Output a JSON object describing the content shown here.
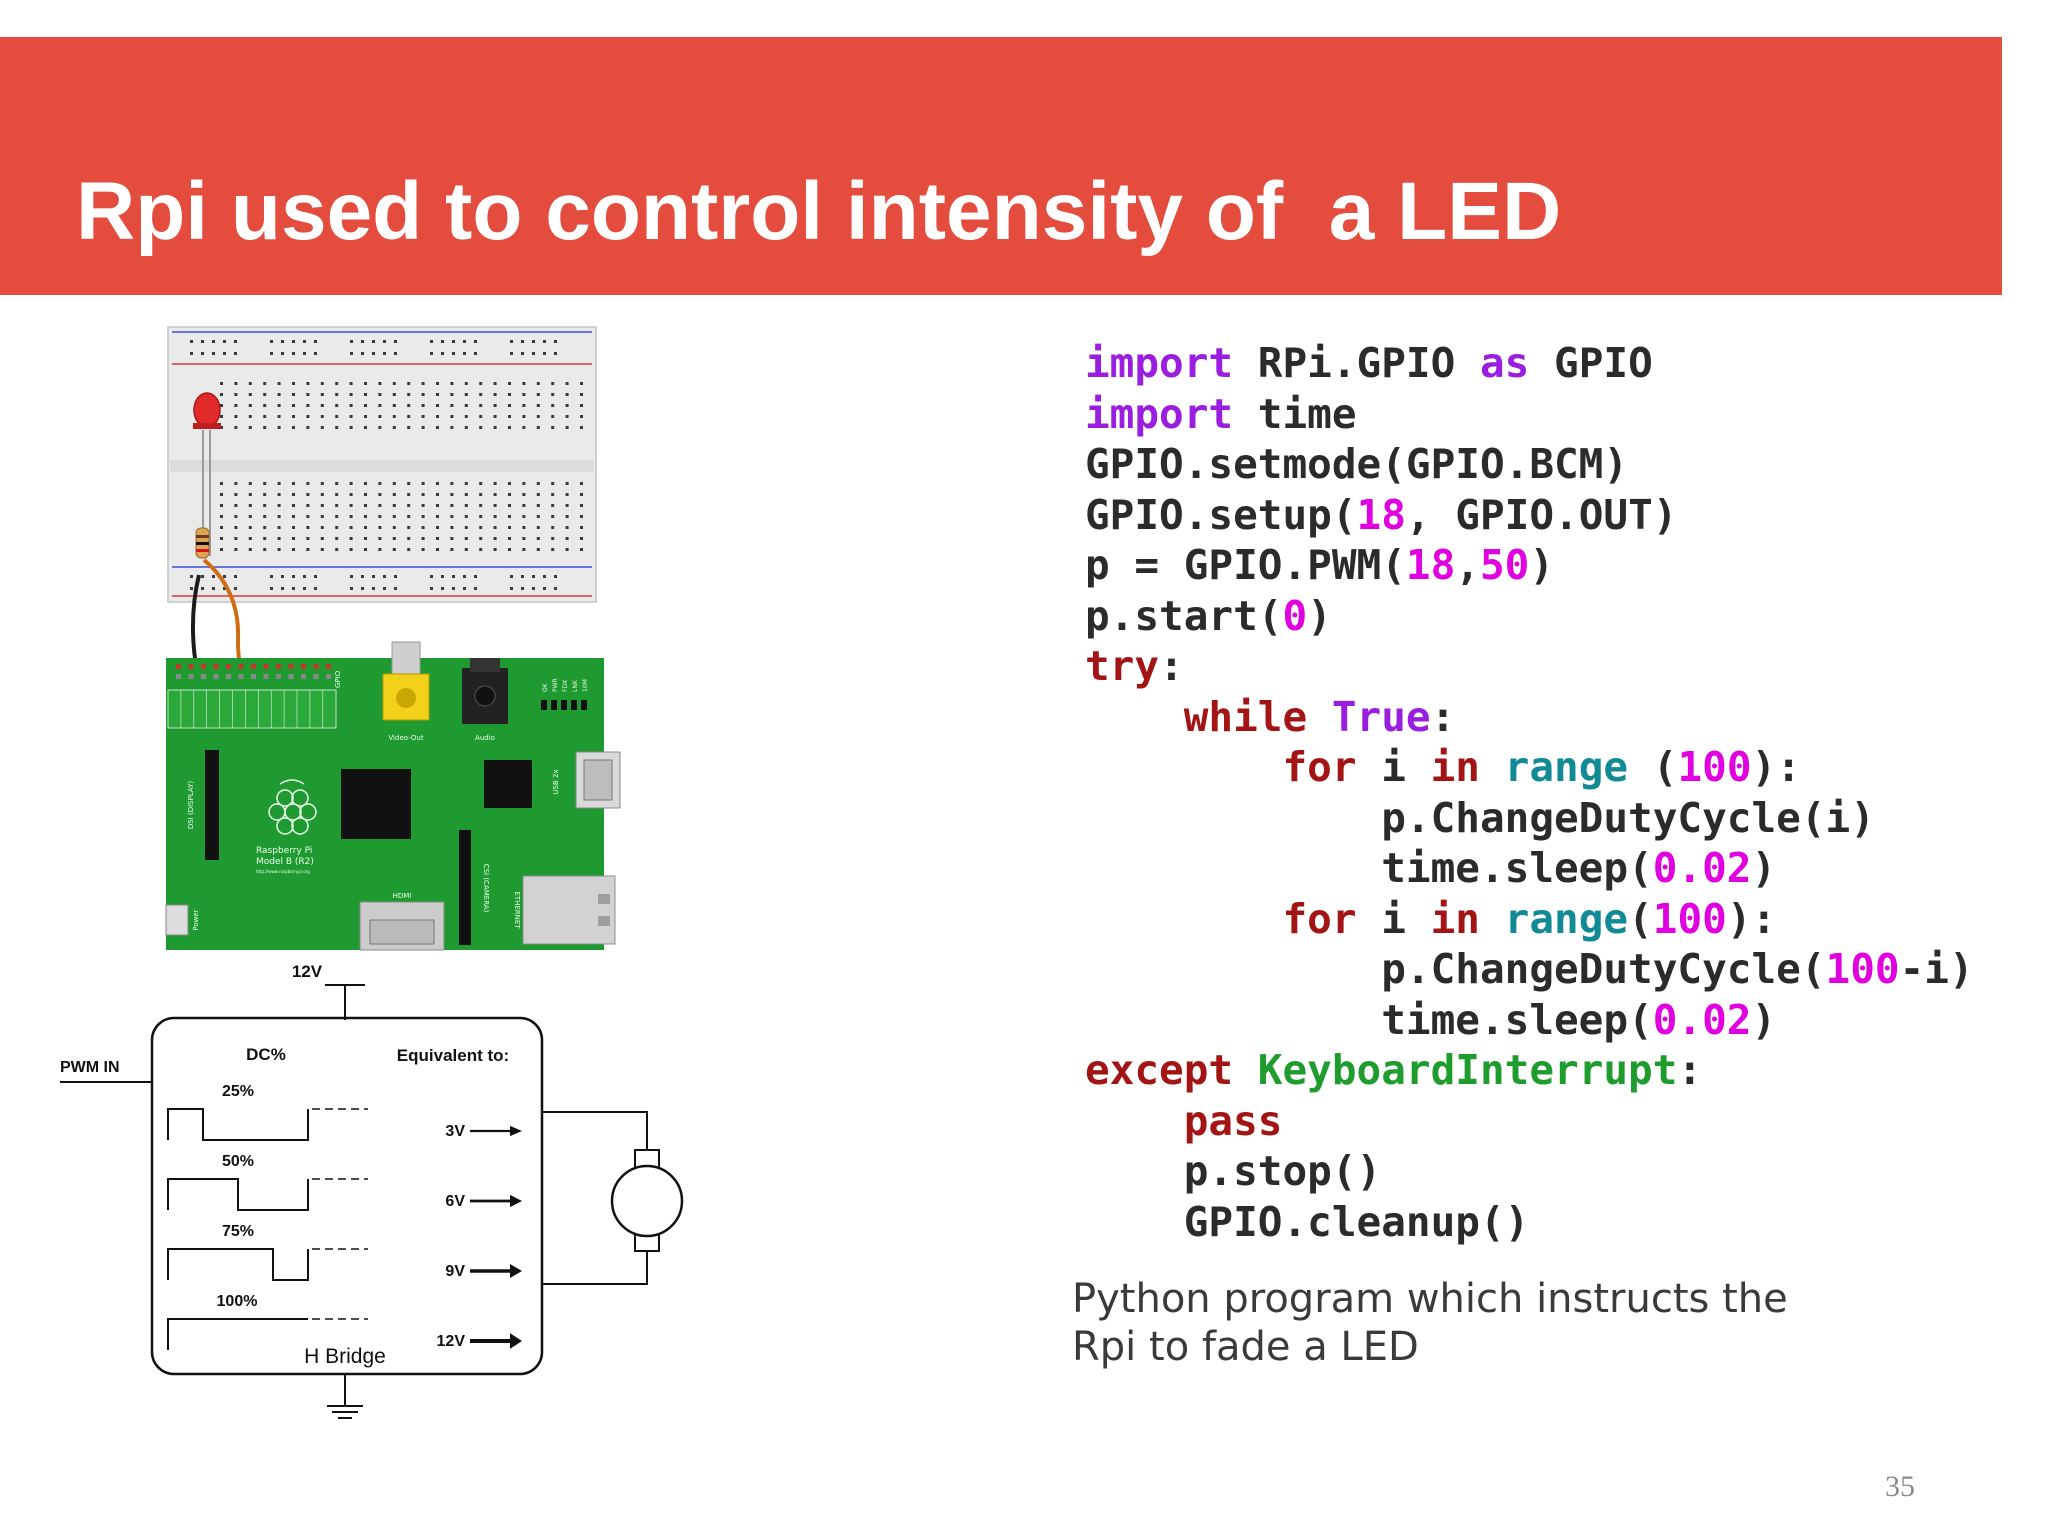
{
  "slide": {
    "title": "Rpi used to control intensity of  a LED",
    "page_number": "35",
    "accent_color": "#e44c3e"
  },
  "code": {
    "language": "python",
    "lines": [
      [
        {
          "t": "import",
          "c": "kw"
        },
        {
          "t": " RPi.GPIO "
        },
        {
          "t": "as",
          "c": "kw"
        },
        {
          "t": " GPIO"
        }
      ],
      [
        {
          "t": "import",
          "c": "kw"
        },
        {
          "t": " time"
        }
      ],
      [
        {
          "t": "GPIO.setmode(GPIO.BCM)"
        }
      ],
      [
        {
          "t": "GPIO.setup("
        },
        {
          "t": "18",
          "c": "nm"
        },
        {
          "t": ", GPIO.OUT)"
        }
      ],
      [
        {
          "t": "p = GPIO.PWM("
        },
        {
          "t": "18",
          "c": "nm"
        },
        {
          "t": ","
        },
        {
          "t": "50",
          "c": "nm"
        },
        {
          "t": ")"
        }
      ],
      [
        {
          "t": "p.start("
        },
        {
          "t": "0",
          "c": "nm"
        },
        {
          "t": ")"
        }
      ],
      [
        {
          "t": "try",
          "c": "kr"
        },
        {
          "t": ":"
        }
      ],
      [
        {
          "t": "    "
        },
        {
          "t": "while",
          "c": "kr"
        },
        {
          "t": " "
        },
        {
          "t": "True",
          "c": "kw"
        },
        {
          "t": ":"
        }
      ],
      [
        {
          "t": "        "
        },
        {
          "t": "for",
          "c": "kr"
        },
        {
          "t": " i "
        },
        {
          "t": "in",
          "c": "kr"
        },
        {
          "t": " "
        },
        {
          "t": "range",
          "c": "kt"
        },
        {
          "t": " ("
        },
        {
          "t": "100",
          "c": "nm"
        },
        {
          "t": "):"
        }
      ],
      [
        {
          "t": "            p.ChangeDutyCycle(i)"
        }
      ],
      [
        {
          "t": "            time.sleep("
        },
        {
          "t": "0.02",
          "c": "nm"
        },
        {
          "t": ")"
        }
      ],
      [
        {
          "t": "        "
        },
        {
          "t": "for",
          "c": "kr"
        },
        {
          "t": " i "
        },
        {
          "t": "in",
          "c": "kr"
        },
        {
          "t": " "
        },
        {
          "t": "range",
          "c": "kt"
        },
        {
          "t": "("
        },
        {
          "t": "100",
          "c": "nm"
        },
        {
          "t": "):"
        }
      ],
      [
        {
          "t": "            p.ChangeDutyCycle("
        },
        {
          "t": "100",
          "c": "nm"
        },
        {
          "t": "-i)"
        }
      ],
      [
        {
          "t": "            time.sleep("
        },
        {
          "t": "0.02",
          "c": "nm"
        },
        {
          "t": ")"
        }
      ],
      [
        {
          "t": "except",
          "c": "kr"
        },
        {
          "t": " "
        },
        {
          "t": "KeyboardInterrupt",
          "c": "kg"
        },
        {
          "t": ":"
        }
      ],
      [
        {
          "t": "    "
        },
        {
          "t": "pass",
          "c": "kr"
        }
      ],
      [
        {
          "t": "    p.stop()"
        }
      ],
      [
        {
          "t": "    GPIO.cleanup()"
        }
      ]
    ],
    "colors": {
      "keyword": "#9a1ee0",
      "control": "#a31515",
      "builtin": "#118a95",
      "exception": "#1e9c2e",
      "number": "#e000e0"
    }
  },
  "caption": {
    "line1": "Python program which  instructs the",
    "line2": "Rpi to fade a LED"
  },
  "diagram": {
    "pi_labels": {
      "video_out": "Video-Out",
      "audio": "Audio",
      "usb": "USB 2x",
      "hdmi": "HDMI",
      "camera": "CSI (CAMERA)",
      "display": "DSI (DISPLAY)",
      "ethernet": "ETHERNET",
      "power": "Power",
      "gpio": "GPIO",
      "brand_line1": "Raspberry Pi",
      "brand_line2": "Model B (R2)",
      "brand_url": "http://www.raspberrypi.org",
      "status_leds": [
        "OK",
        "PWR",
        "FDX",
        "LNK",
        "10M"
      ]
    },
    "hbridge": {
      "supply": "12V",
      "input": "PWM IN",
      "dc_header": "DC%",
      "equiv_header": "Equivalent to:",
      "footer": "H Bridge",
      "rows": [
        {
          "duty": "25%",
          "volts": "3V",
          "fraction": 0.25
        },
        {
          "duty": "50%",
          "volts": "6V",
          "fraction": 0.5
        },
        {
          "duty": "75%",
          "volts": "9V",
          "fraction": 0.75
        },
        {
          "duty": "100%",
          "volts": "12V",
          "fraction": 1.0
        }
      ]
    }
  }
}
